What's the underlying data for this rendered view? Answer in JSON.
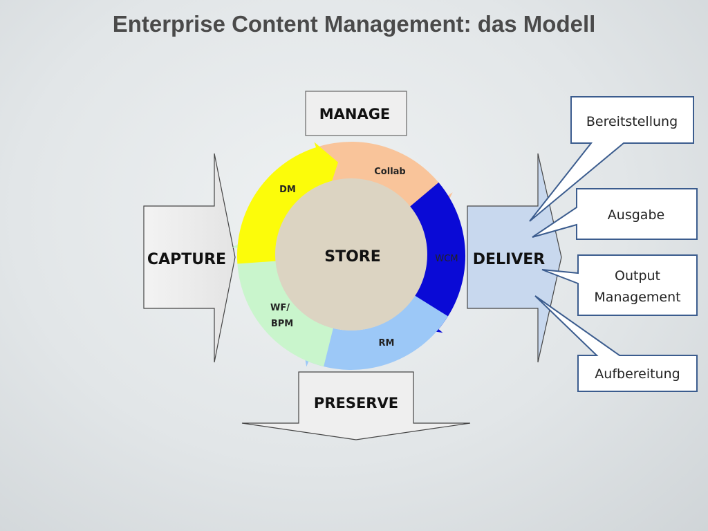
{
  "title": "Enterprise Content Management: das Modell",
  "manage": {
    "label": "MANAGE"
  },
  "store": {
    "label": "STORE"
  },
  "cycle": [
    {
      "label": "Collab",
      "color": "#f9c49a"
    },
    {
      "label": "WCM",
      "color": "#0a0ad6"
    },
    {
      "label": "RM",
      "color": "#9cc8f7"
    },
    {
      "label_line1": "WF/",
      "label_line2": "BPM",
      "color": "#c9f5cc"
    },
    {
      "label": "DM",
      "color": "#fcfc0a"
    }
  ],
  "capture": {
    "label": "CAPTURE"
  },
  "deliver": {
    "label": "DELIVER"
  },
  "preserve": {
    "label": "PRESERVE"
  },
  "callouts": {
    "bereitstellung": "Bereitstellung",
    "ausgabe": "Ausgabe",
    "output_line1": "Output",
    "output_line2": "Management",
    "aufbereitung": "Aufbereitung"
  },
  "colors": {
    "store_fill": "#dcd4c2",
    "deliver_fill": "#c8d8ee",
    "callout_border": "#3b5c8e",
    "wcm_label": "#ffffff"
  }
}
